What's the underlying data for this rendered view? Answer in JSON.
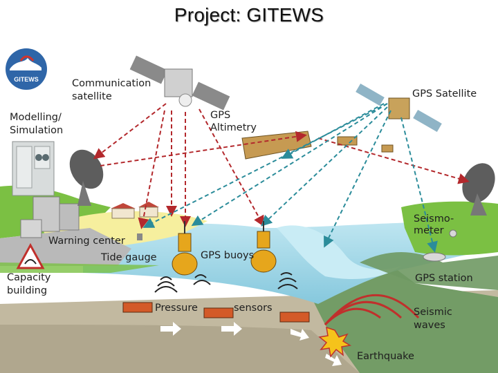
{
  "title": "Project: GITEWS",
  "logo": {
    "text": "GITEWS"
  },
  "colors": {
    "sky": "#ffffff",
    "ocean": "#a8dbe9",
    "land_green": "#7bc043",
    "beach": "#f6ef9e",
    "crust": "#6f9963",
    "mantle": "#c2b9a0",
    "arrow_red": "#b3282c",
    "arrow_teal": "#2b8c9a"
  },
  "labels": {
    "comm_sat": [
      "Communication",
      "satellite"
    ],
    "gps_sat": "GPS Satellite",
    "modelling": [
      "Modelling/",
      "Simulation"
    ],
    "gps_alt": [
      "GPS",
      "Altimetry"
    ],
    "seismometer": [
      "Seismo-",
      "meter"
    ],
    "warning_center": "Warning center",
    "tide_gauge": "Tide gauge",
    "gps_buoys": "GPS buoys",
    "capacity": [
      "Capacity",
      "building"
    ],
    "gps_station": "GPS station",
    "pressure": "Pressure",
    "sensors": "sensors",
    "seismic": [
      "Seismic",
      "waves"
    ],
    "earthquake": "Earthquake"
  }
}
